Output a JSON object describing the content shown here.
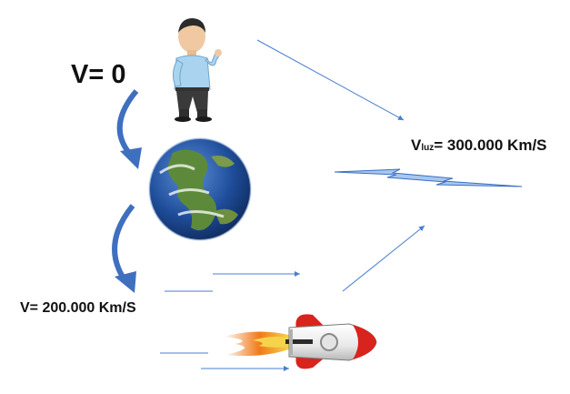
{
  "labels": {
    "observer_velocity": "V= 0",
    "light_symbol": "V",
    "light_subscript": "luz",
    "light_value": "= 300.000 Km/S",
    "rocket_velocity": "V= 200.000 Km/S"
  },
  "colors": {
    "arrow_blue": "#3a6fc4",
    "curved_arrow": "#3f6fbf",
    "line_blue": "#4a7fd0",
    "rocket_red": "#d9231d",
    "flame_orange": "#f07a1a",
    "flame_yellow": "#f5d34a"
  },
  "icons": [
    "man-figure-icon",
    "earth-globe-icon",
    "rocket-icon",
    "light-beam-icon"
  ]
}
